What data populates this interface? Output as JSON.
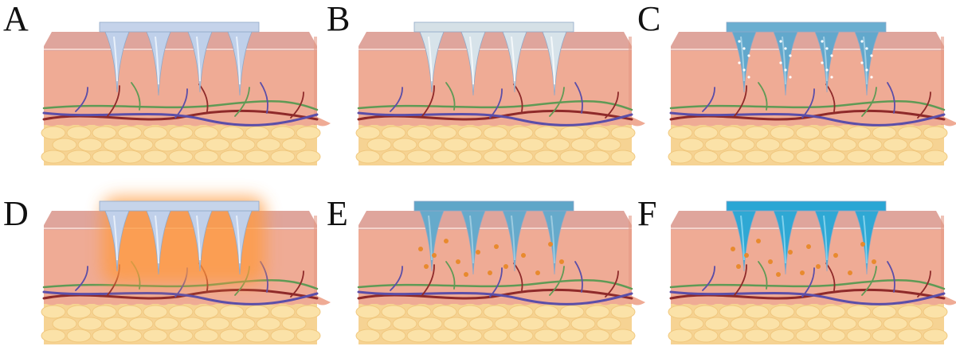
{
  "figure": {
    "panels": [
      {
        "label": "A",
        "patch_color": "#c5d3ea",
        "needle_color": "#bfd0ea",
        "tip_color": "#e8f0fa",
        "particles": "none",
        "glow": false
      },
      {
        "label": "B",
        "patch_color": "#d5e0e6",
        "needle_color": "#d7e3ea",
        "tip_color": "#f4f8fa",
        "particles": "none",
        "glow": false
      },
      {
        "label": "C",
        "patch_color": "#6aaed0",
        "needle_color": "#62a8cc",
        "tip_color": "#9fcde3",
        "particles": "white",
        "glow": false
      },
      {
        "label": "D",
        "patch_color": "#c6d4ea",
        "needle_color": "#c0d0ea",
        "tip_color": "#e6eef9",
        "particles": "none",
        "glow": true
      },
      {
        "label": "E",
        "patch_color": "#5fa6c8",
        "needle_color": "#66aacb",
        "tip_color": "#9ccbe0",
        "particles": "orange",
        "glow": false
      },
      {
        "label": "F",
        "patch_color": "#2aa6d4",
        "needle_color": "#2fa8d4",
        "tip_color": "#7ed0ec",
        "particles": "orange",
        "glow": false
      }
    ],
    "colors": {
      "epidermis_top": "#dfa59c",
      "epidermis_line": "#f4d3cb",
      "dermis": "#efab95",
      "dermis_side": "#e59a86",
      "fat": "#f6d393",
      "fat_cells": "#fbe2a8",
      "vessel_red": "#8e2a2a",
      "vessel_blue": "#5b4ea8",
      "vessel_green": "#5f9a55",
      "drug_particle": "#e88a2e",
      "glow": "#ff9a3c"
    }
  }
}
